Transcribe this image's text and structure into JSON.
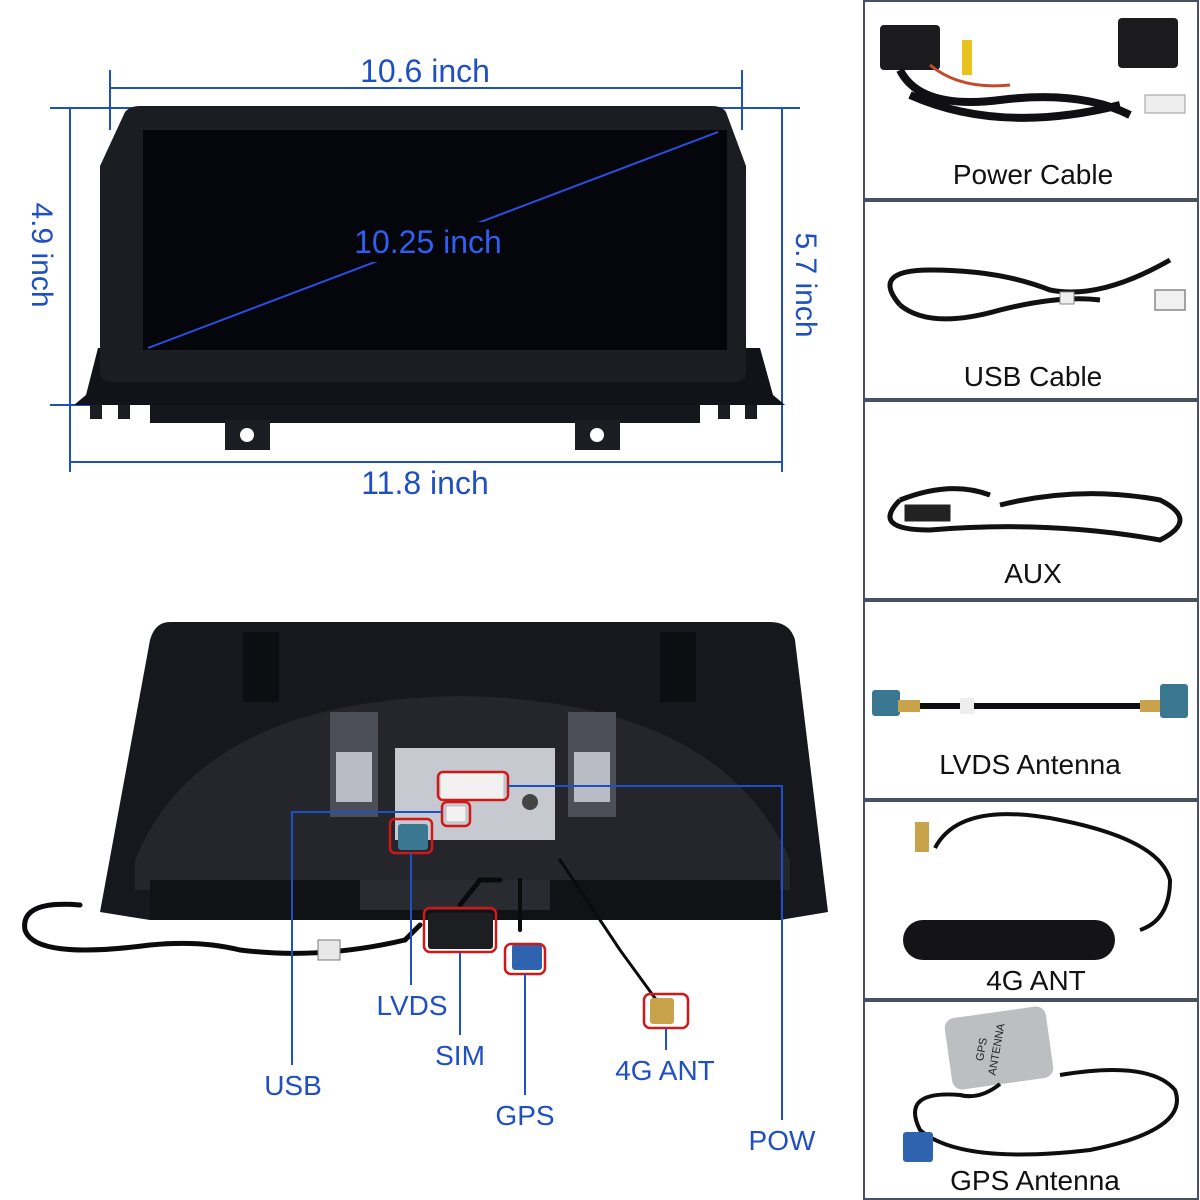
{
  "dimensions": {
    "top_width": "10.6 inch",
    "bottom_width": "11.8 inch",
    "left_height": "4.9 inch",
    "right_height": "5.7 inch",
    "diagonal": "10.25 inch"
  },
  "ports": {
    "lvds": "LVDS",
    "sim": "SIM",
    "usb": "USB",
    "gps": "GPS",
    "ant4g": "4G ANT",
    "pow": "POW"
  },
  "accessories": [
    {
      "label": "Power Cable"
    },
    {
      "label": "USB Cable"
    },
    {
      "label": "AUX"
    },
    {
      "label": "LVDS Antenna"
    },
    {
      "label": "4G ANT"
    },
    {
      "label": "GPS Antenna"
    }
  ],
  "gps_module_text": {
    "line1": "GPS",
    "line2": "ANTENNA"
  },
  "colors": {
    "dimension_blue": "#1f4fc4",
    "highlight_red": "#d01818",
    "screen_black": "#05060c",
    "bezel": "#1c1d22",
    "panel_border": "#4a5060"
  }
}
